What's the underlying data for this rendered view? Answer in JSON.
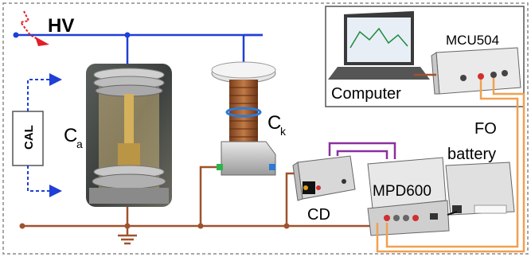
{
  "labels": {
    "hv": "HV",
    "ca_main": "C",
    "ca_sub": "a",
    "ck_main": "C",
    "ck_sub": "k",
    "cal": "CAL",
    "computer": "Computer",
    "mcu": "MCU504",
    "fo": "FO",
    "battery": "battery",
    "mpd": "MPD600",
    "cd": "CD"
  },
  "colors": {
    "hv_line": "#1f3fd6",
    "ground_line": "#a0522d",
    "fo_line": "#f0a050",
    "signal_line": "#8b2fa0",
    "cal_arrow": "#1f3fd6",
    "hv_arrow": "#e0202a",
    "border": "#8a8a8a"
  },
  "icons": [
    "ground-icon",
    "hv-arrow-icon"
  ]
}
